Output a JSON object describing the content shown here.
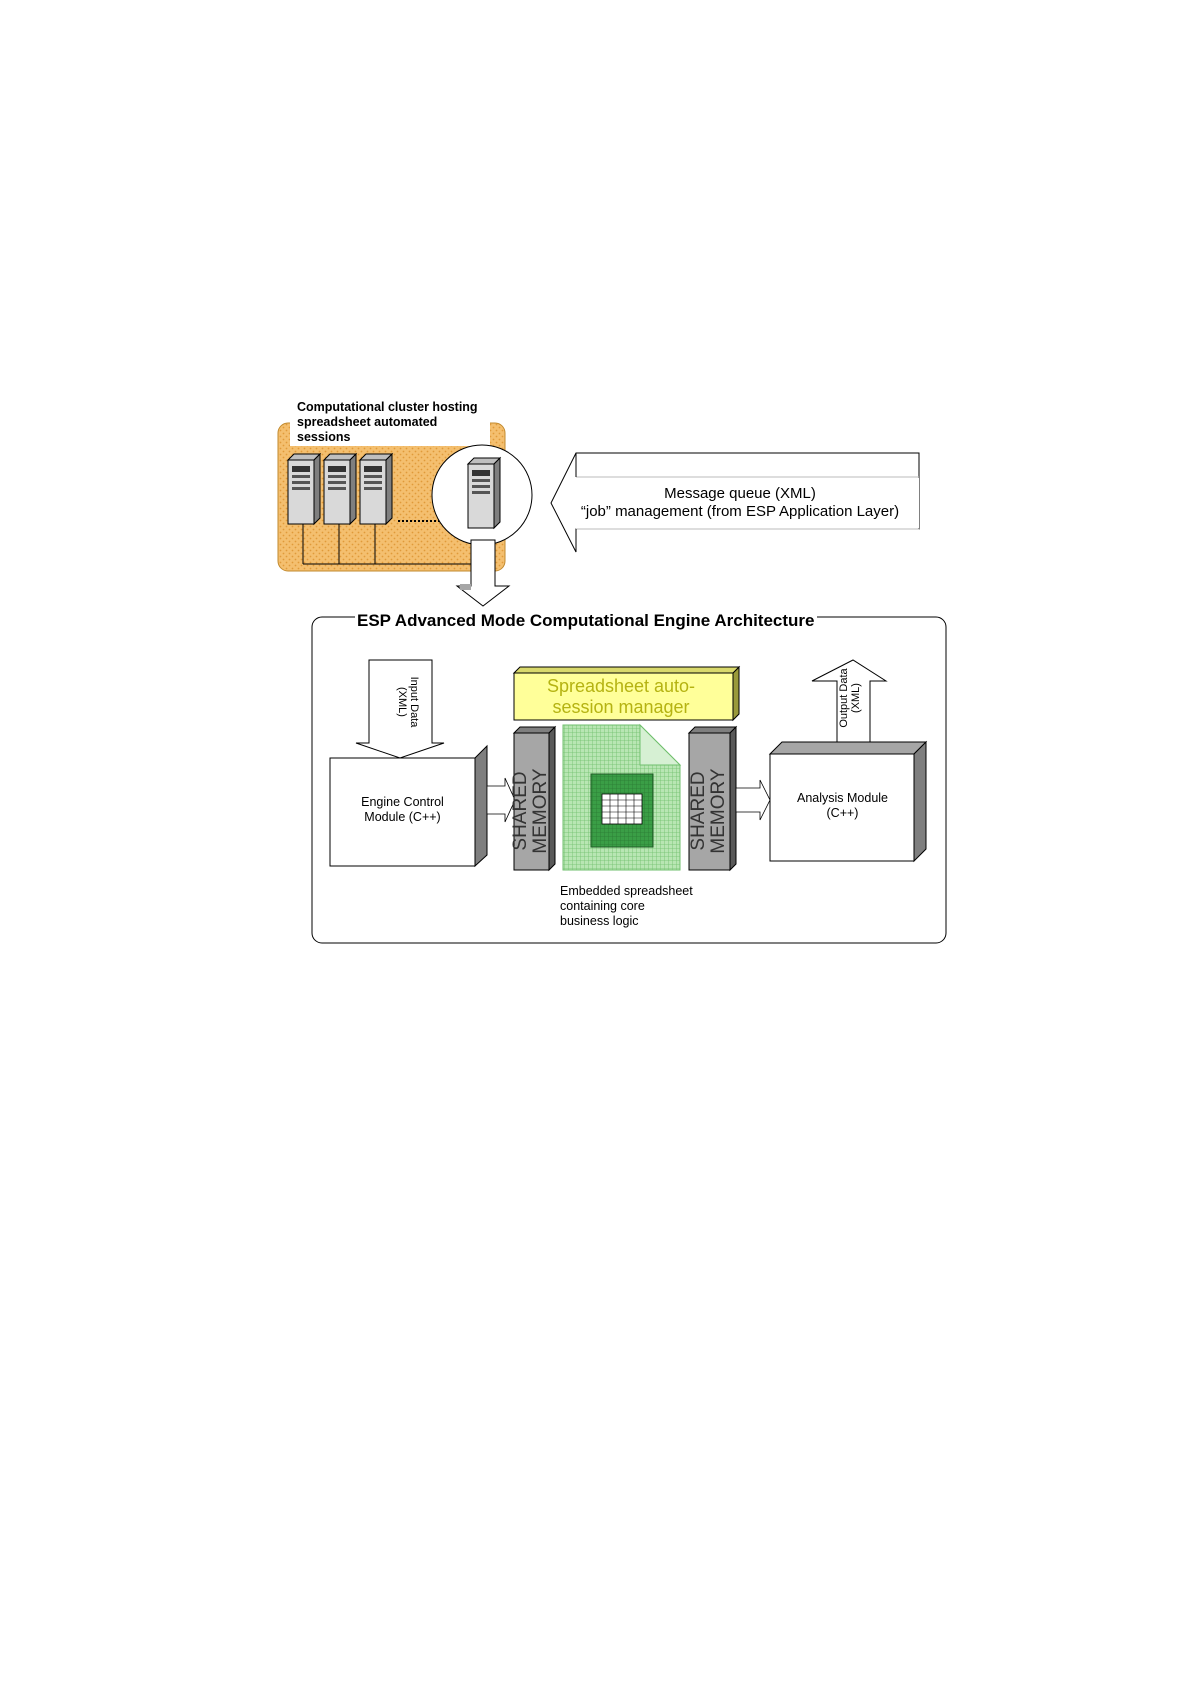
{
  "cluster": {
    "title_lines": [
      "Computational cluster hosting",
      "spreadsheet automated",
      "sessions"
    ]
  },
  "message_queue": {
    "line1": "Message queue (XML)",
    "line2": "“job” management (from ESP Application Layer)"
  },
  "engine": {
    "title": "ESP Advanced Mode Computational Engine Architecture",
    "session_manager_lines": [
      "Spreadsheet auto-",
      "session manager"
    ],
    "input_data_lines": [
      "Input Data",
      "(XML)"
    ],
    "output_data_lines": [
      "Output Data",
      "(XML)"
    ],
    "engine_control_lines": [
      "Engine Control",
      "Module (C++)"
    ],
    "analysis_module_lines": [
      "Analysis Module",
      "(C++)"
    ],
    "shared_memory_lines": [
      "SHARED",
      "MEMORY"
    ],
    "embedded_lines": [
      "Embedded spreadsheet",
      "containing core",
      "business logic"
    ]
  },
  "colors": {
    "cluster_fill": "#f4bf6f",
    "session_manager_fill": "#ffff99",
    "session_manager_text": "#b5b312",
    "spreadsheet_green": "#8fd08f",
    "spreadsheet_dark": "#2f9a3a",
    "shared_memory_fill": "#a6a6a6"
  }
}
